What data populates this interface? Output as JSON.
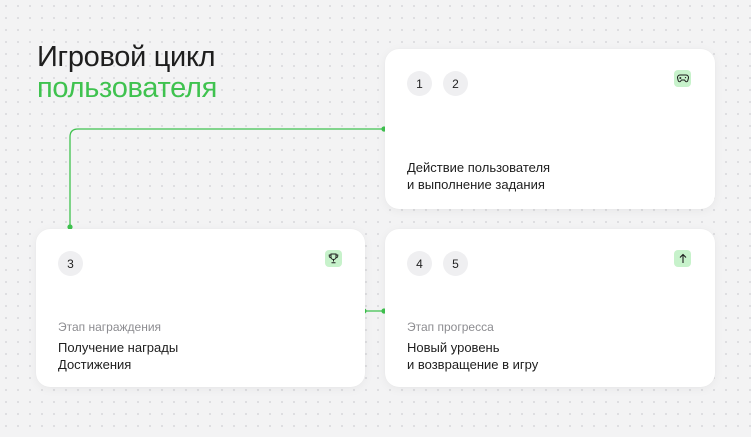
{
  "title": {
    "line1": "Игровой цикл",
    "line2": "пользователя"
  },
  "cards": {
    "action": {
      "badges": [
        "1",
        "2"
      ],
      "icon": "gamepad-icon",
      "stage": "",
      "lines": [
        "Действие пользователя",
        "и выполнение задания"
      ]
    },
    "reward": {
      "badges": [
        "3"
      ],
      "icon": "trophy-icon",
      "stage": "Этап награждения",
      "lines": [
        "Получение награды",
        "Достижения"
      ]
    },
    "progress": {
      "badges": [
        "4",
        "5"
      ],
      "icon": "arrow-up-icon",
      "stage": "Этап прогресса",
      "lines": [
        "Новый уровень",
        "и возвращение в игру"
      ]
    }
  },
  "colors": {
    "accent": "#3fc24f",
    "icon_bg": "#c7f2cb",
    "badge_bg": "#efeff1"
  }
}
